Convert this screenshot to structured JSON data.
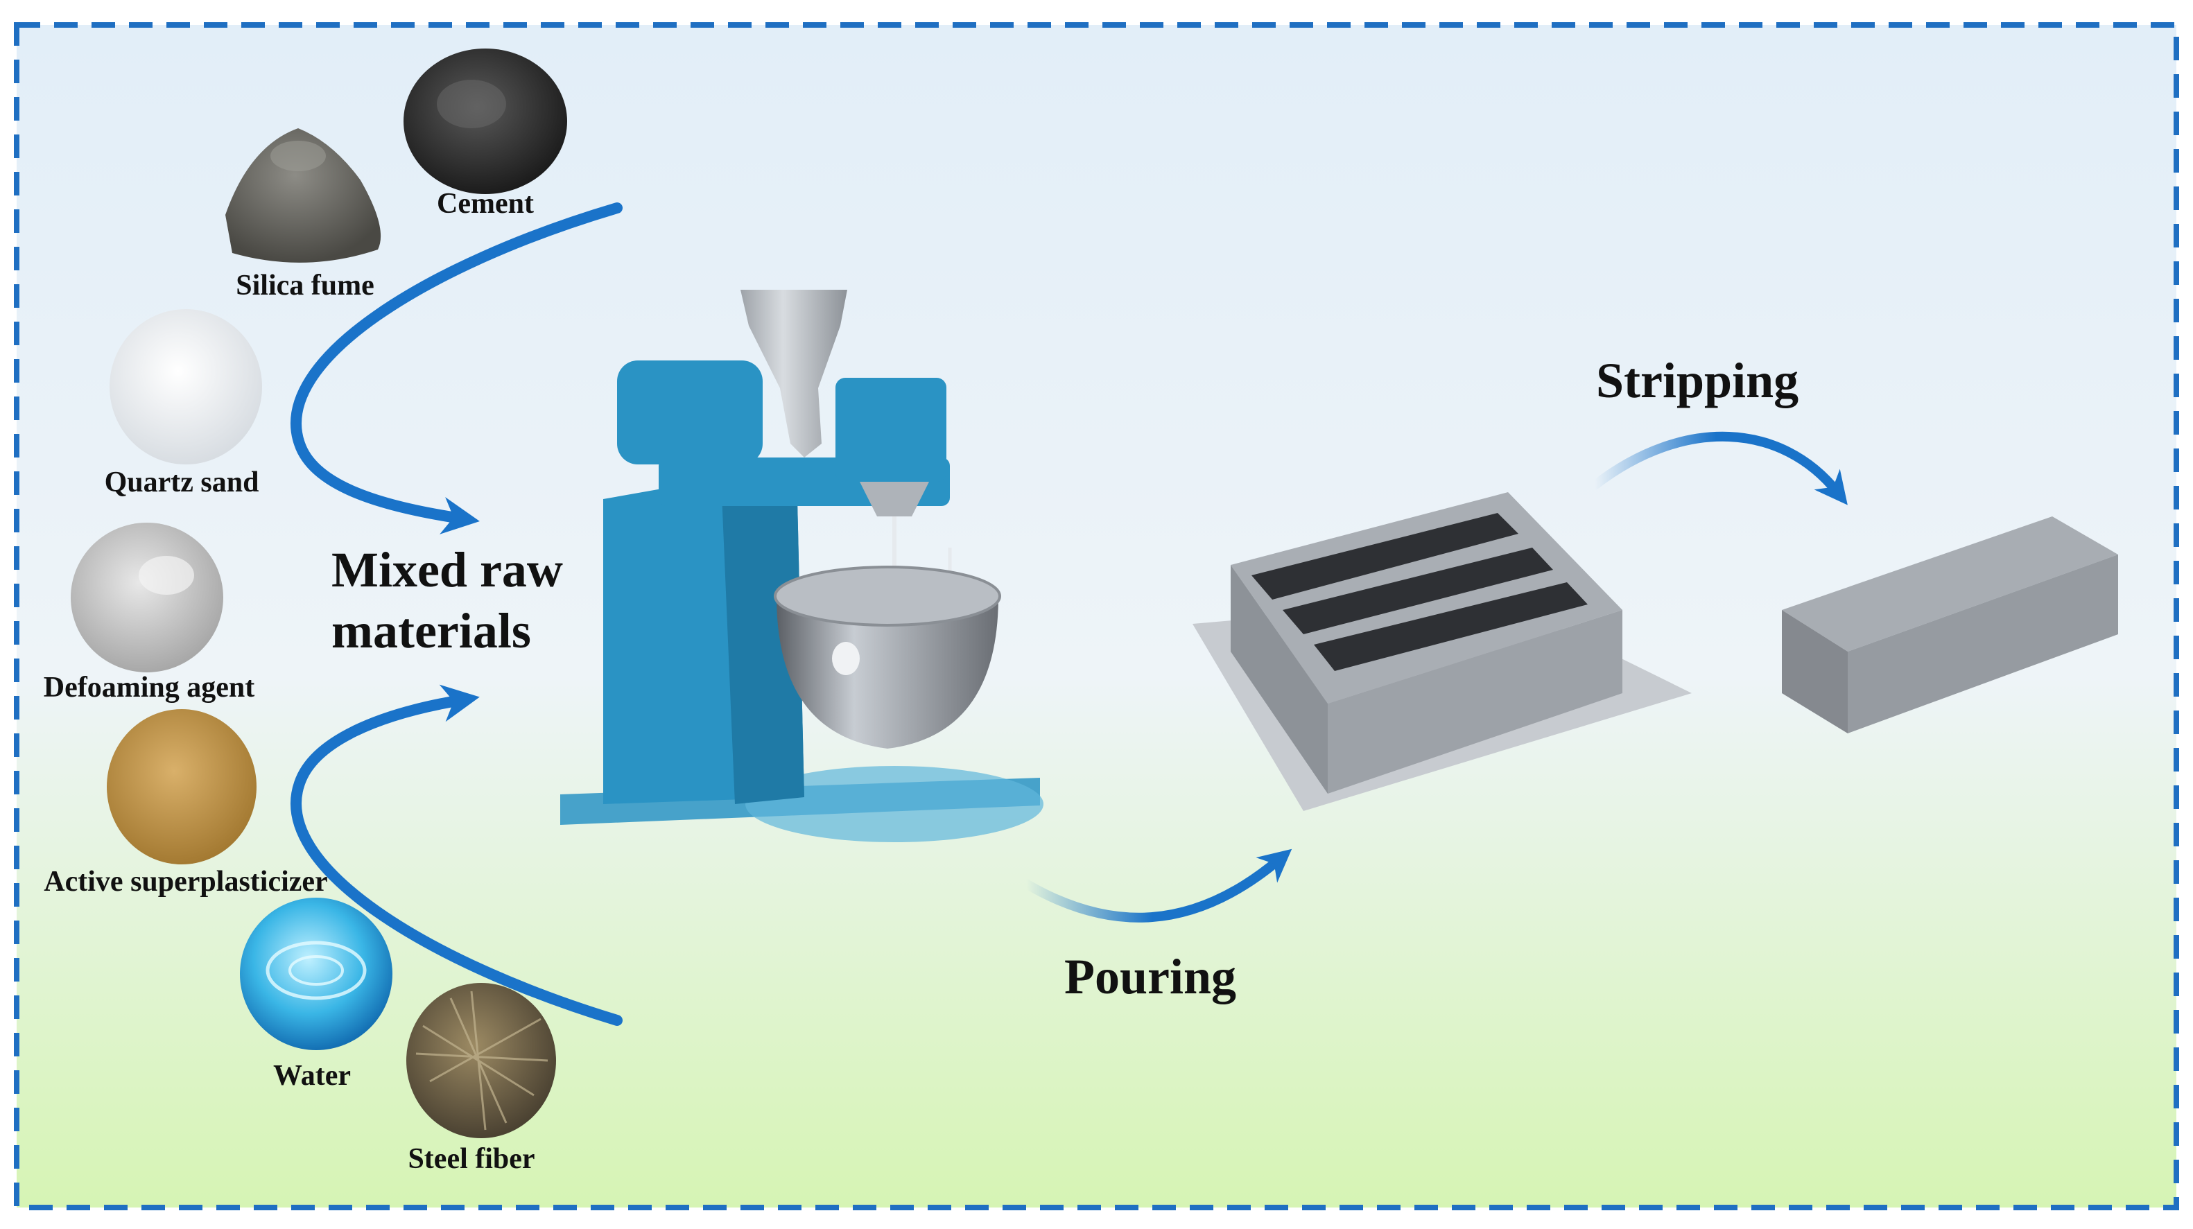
{
  "colors": {
    "border": "#1f6fc2",
    "arrow": "#1a73c9",
    "machine": "#2a93c4",
    "bg_top": "#e2eef8",
    "bg_bottom": "#d6f4b4",
    "mold": "#9fa4ab",
    "specimen": "#8f949a"
  },
  "materials": [
    {
      "label": "Cement",
      "icon": "cement-powder-icon"
    },
    {
      "label": "Silica fume",
      "icon": "silica-fume-powder-icon"
    },
    {
      "label": "Quartz sand",
      "icon": "quartz-sand-icon"
    },
    {
      "label": "Defoaming agent",
      "icon": "defoaming-agent-powder-icon"
    },
    {
      "label": "Active superplasticizer",
      "icon": "superplasticizer-powder-icon"
    },
    {
      "label": "Water",
      "icon": "water-icon"
    },
    {
      "label": "Steel fiber",
      "icon": "steel-fiber-icon"
    }
  ],
  "mixed_label": [
    "Mixed raw",
    "materials"
  ],
  "steps": {
    "pouring": "Pouring",
    "stripping": "Stripping"
  }
}
